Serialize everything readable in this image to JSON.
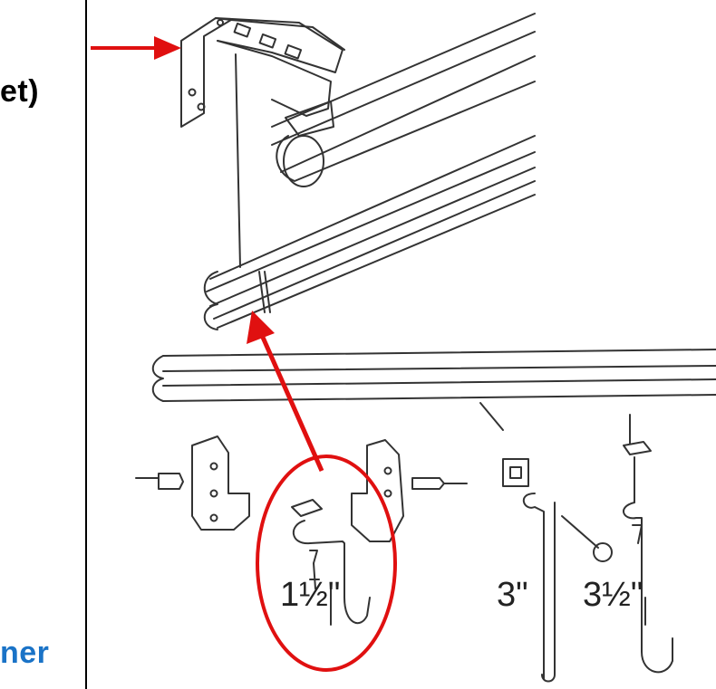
{
  "left_text": {
    "top_fragment": "et)",
    "bottom_fragment": "ner"
  },
  "hook_sizes": {
    "small": "1½\"",
    "medium": "3\"",
    "large": "3½\""
  },
  "colors": {
    "annotation_red": "#e01010",
    "left_bottom_blue": "#1a73c7",
    "line_art": "#333333"
  }
}
